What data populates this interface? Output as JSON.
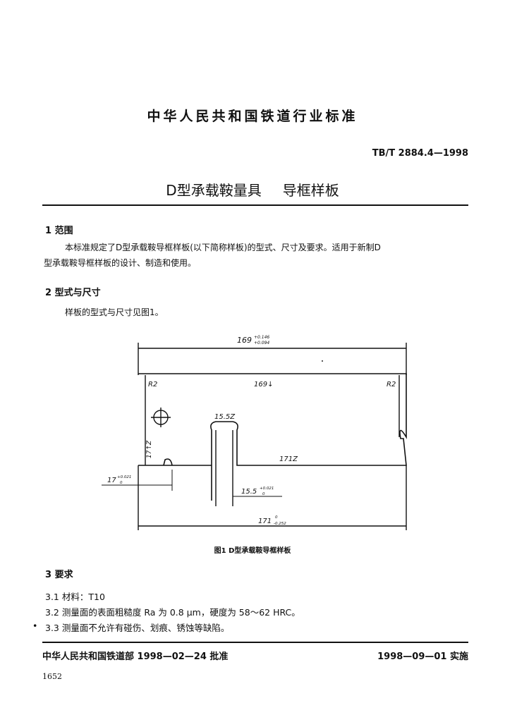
{
  "header": {
    "org_title": "中华人民共和国铁道行业标准",
    "std_code": "TB/T 2884.4—1998",
    "doc_title_main": "D型承载鞍量具",
    "doc_title_sub": "导框样板"
  },
  "sections": {
    "s1": {
      "heading": "1  范围",
      "line1": "本标准规定了D型承载鞍导框样板(以下简称样板)的型式、尺寸及要求。适用于新制D",
      "line2": "型承载鞍导框样板的设计、制造和使用。"
    },
    "s2": {
      "heading": "2  型式与尺寸",
      "line1": "样板的型式与尺寸见图1。"
    },
    "s3": {
      "heading": "3  要求",
      "item1": "3.1  材料：T10",
      "item2": "3.2  测量面的表面粗糙度 Ra 为 0.8 μm，硬度为 58～62 HRC。",
      "item3": "3.3  测量面不允许有碰伤、划痕、锈蚀等缺陷。",
      "bullet": "•"
    }
  },
  "figure": {
    "caption": "图1  D型承载鞍导框样板",
    "dims": {
      "overall": "169",
      "overall_tol_up": "+0.146",
      "overall_tol_lo": "+0.094",
      "r_left": "R2",
      "r_right": "R2",
      "inner_width": "169↓",
      "slot_width": "15.5Z",
      "left_height": "17↑Z",
      "right_seg": "171Z",
      "left_step": "17",
      "left_step_tol_up": "+0.021",
      "left_step_tol_lo": "0",
      "slot_dim": "15.5",
      "slot_tol_up": "+0.021",
      "slot_tol_lo": "0",
      "bottom_dim": "171",
      "bottom_tol_up": "0",
      "bottom_tol_lo": "-0.252"
    }
  },
  "footer": {
    "approval": "中华人民共和国铁道部 1998—02—24 批准",
    "effective": "1998—09—01 实施",
    "page_number": "1652"
  }
}
